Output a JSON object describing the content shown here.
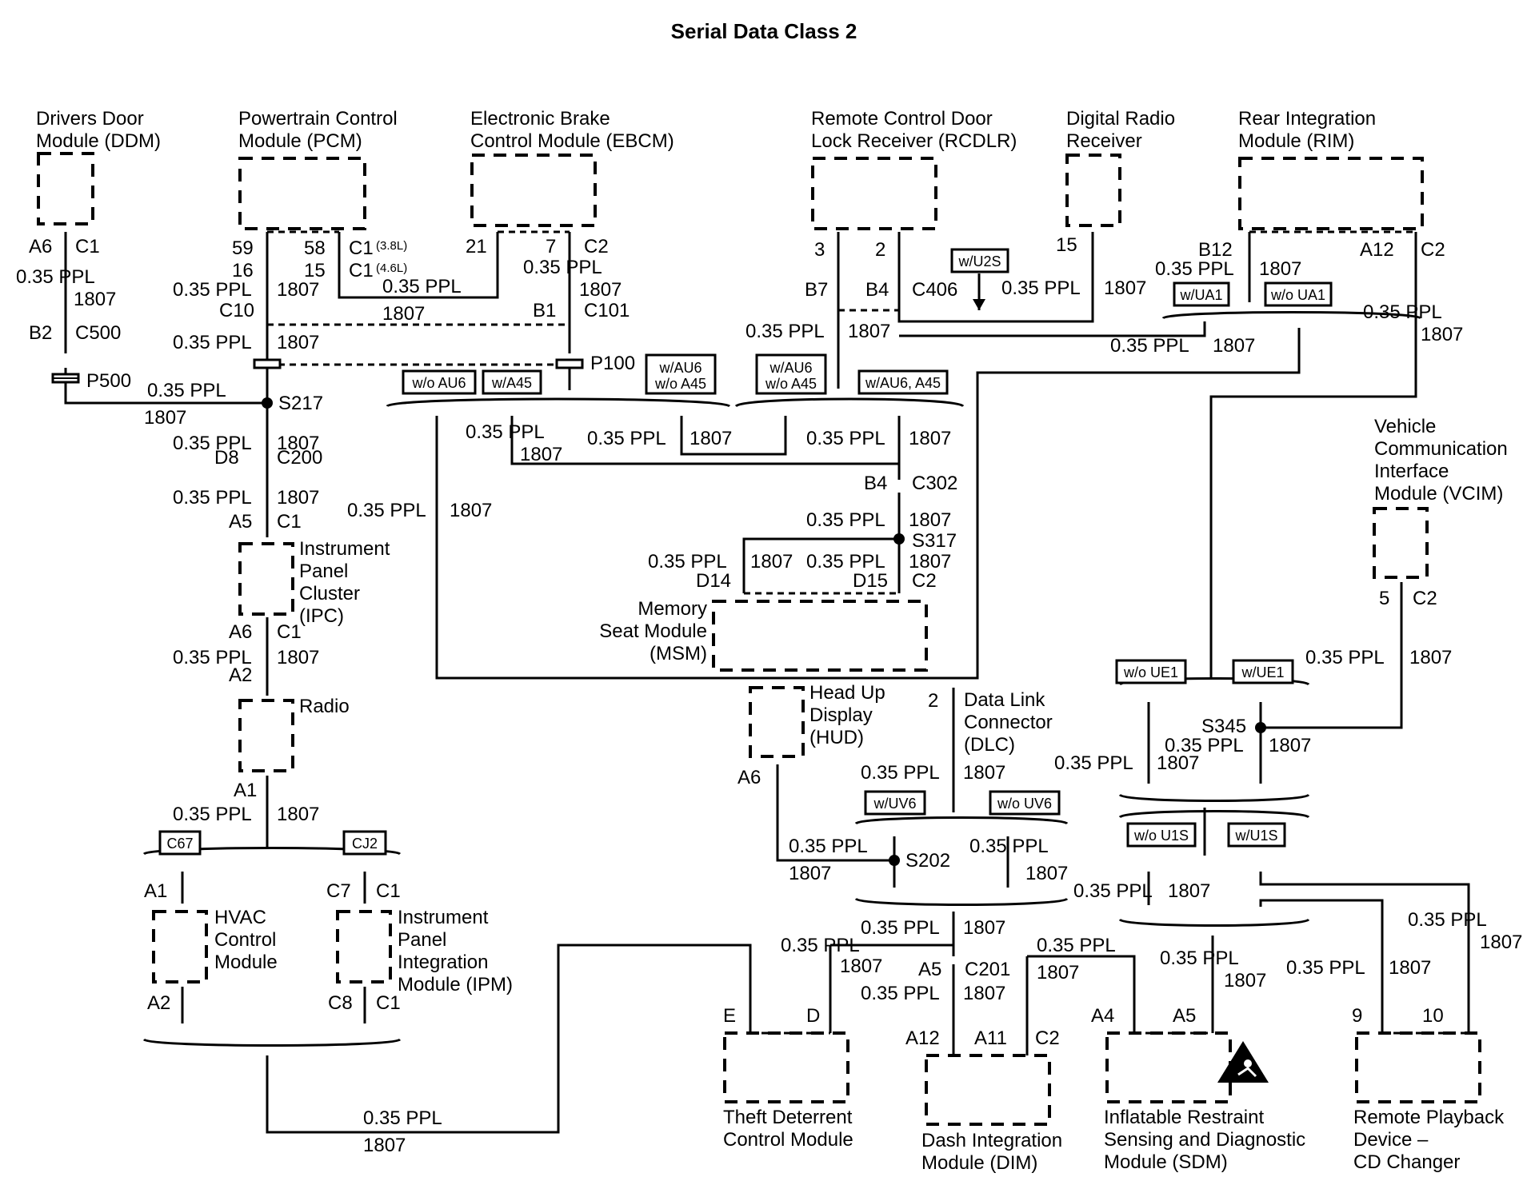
{
  "title": "Serial Data Class 2",
  "wire": {
    "size_color": "0.35 PPL",
    "circuit": "1807"
  },
  "modules": {
    "ddm": [
      "Drivers Door",
      "Module (DDM)"
    ],
    "pcm": [
      "Powertrain Control",
      "Module (PCM)"
    ],
    "ebcm": [
      "Electronic Brake",
      "Control Module (EBCM)"
    ],
    "rcdlr": [
      "Remote Control Door",
      "Lock Receiver (RCDLR)"
    ],
    "drr": [
      "Digital Radio",
      "Receiver"
    ],
    "rim": [
      "Rear Integration",
      "Module (RIM)"
    ],
    "vcim": [
      "Vehicle",
      "Communication",
      "Interface",
      "Module (VCIM)"
    ],
    "ipc": [
      "Instrument",
      "Panel",
      "Cluster",
      "(IPC)"
    ],
    "radio": [
      "Radio"
    ],
    "msm": [
      "Memory",
      "Seat Module",
      "(MSM)"
    ],
    "hud": [
      "Head Up",
      "Display",
      "(HUD)"
    ],
    "dlc": [
      "Data Link",
      "Connector",
      "(DLC)"
    ],
    "hvac": [
      "HVAC",
      "Control",
      "Module"
    ],
    "ipm": [
      "Instrument",
      "Panel",
      "Integration",
      "Module (IPM)"
    ],
    "tdcm": [
      "Theft Deterrent",
      "Control Module"
    ],
    "dim": [
      "Dash Integration",
      "Module (DIM)"
    ],
    "sdm": [
      "Inflatable Restraint",
      "Sensing and Diagnostic",
      "Module (SDM)"
    ],
    "rpd": [
      "Remote Playback",
      "Device –",
      "CD Changer"
    ]
  },
  "pins": {
    "ddm_pin": "A6",
    "ddm_conn": "C1",
    "pcm_a1": "59",
    "pcm_a2": "16",
    "pcm_b1": "58",
    "pcm_b2": "15",
    "pcm_conn_a": "C1",
    "pcm_conn_a_note": "(3.8L)",
    "pcm_conn_b": "C1",
    "pcm_conn_b_note": "(4.6L)",
    "ebcm_a": "21",
    "ebcm_b": "7",
    "ebcm_conn": "C2",
    "rcdlr_a": "3",
    "rcdlr_b": "2",
    "drr_pin": "15",
    "rim_a": "B12",
    "rim_b": "A12",
    "rim_conn": "C2",
    "vcim_pin": "5",
    "vcim_conn": "C2",
    "dlc_pin": "2",
    "hud_pin": "A6",
    "ipc_top_pin": "A5",
    "ipc_top_conn": "C1",
    "ipc_bot_pin": "A6",
    "ipc_bot_conn": "C1",
    "radio_top": "A2",
    "radio_bot": "A1",
    "hvac_top": "A1",
    "hvac_bot": "A2",
    "ipm_top": "C7",
    "ipm_top_conn": "C1",
    "ipm_bot": "C8",
    "ipm_bot_conn": "C1",
    "msm_a": "D14",
    "msm_b": "D15",
    "msm_conn": "C2",
    "tdcm_a": "E",
    "tdcm_b": "D",
    "dim_a": "A12",
    "dim_b": "A11",
    "dim_conn": "C2",
    "sdm_a": "A4",
    "sdm_b": "A5",
    "rpd_a": "9",
    "rpd_b": "10"
  },
  "connectors": {
    "b2": "B2",
    "c500": "C500",
    "c10": "C10",
    "b1": "B1",
    "c101": "C101",
    "b7": "B7",
    "b4": "B4",
    "c406": "C406",
    "d8": "D8",
    "c200": "C200",
    "c302_pin": "B4",
    "c302": "C302",
    "c201_pin": "A5",
    "c201": "C201"
  },
  "splices": {
    "p500": "P500",
    "p100": "P100",
    "s217": "S217",
    "s317": "S317",
    "s345": "S345",
    "s202": "S202"
  },
  "options": {
    "u2s": "w/U2S",
    "ua1": "w/UA1",
    "no_ua1": "w/o UA1",
    "no_au6": "w/o AU6",
    "a45": "w/A45",
    "au6_no_a45_1": "w/AU6",
    "au6_no_a45_2": "w/o A45",
    "au6_a45": "w/AU6, A45",
    "no_ue1": "w/o UE1",
    "ue1": "w/UE1",
    "uv6": "w/UV6",
    "no_uv6": "w/o UV6",
    "no_u1s": "w/o U1S",
    "u1s": "w/U1S",
    "c67": "C67",
    "cj2": "CJ2"
  },
  "icons": {
    "airbag_warning": "airbag-warning-icon"
  }
}
